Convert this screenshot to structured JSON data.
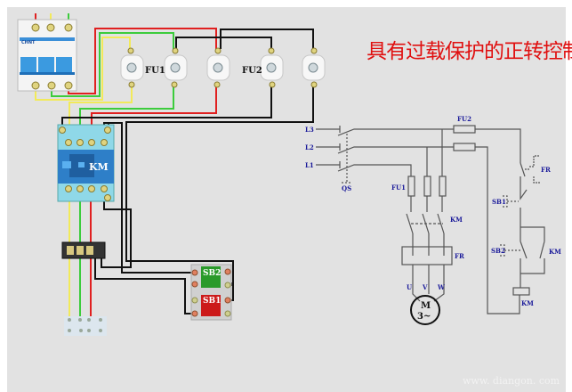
{
  "title": "具有过载保护的正转控制",
  "watermark": "www. diangon. com",
  "wiring": {
    "breaker_brand": "CHNT",
    "fuse_group_1": "FU1",
    "fuse_group_2": "FU2",
    "contactor": "KM",
    "button_start": "SB2",
    "button_stop": "SB1",
    "wire_colors": {
      "red": "#e02020",
      "yellow": "#f2ea5a",
      "green": "#3ccc3c",
      "black": "#111111"
    }
  },
  "schematic": {
    "lines": [
      "L3",
      "L2",
      "L1"
    ],
    "switch": "QS",
    "fu1": "FU1",
    "fu2": "FU2",
    "km_main": "KM",
    "fr_main": "FR",
    "phases": [
      "U",
      "V",
      "W"
    ],
    "motor_m": "M",
    "motor_phase": "3~",
    "fr_contact": "FR",
    "sb1": "SB1",
    "sb2": "SB2",
    "km_aux": "KM",
    "km_coil": "KM"
  }
}
